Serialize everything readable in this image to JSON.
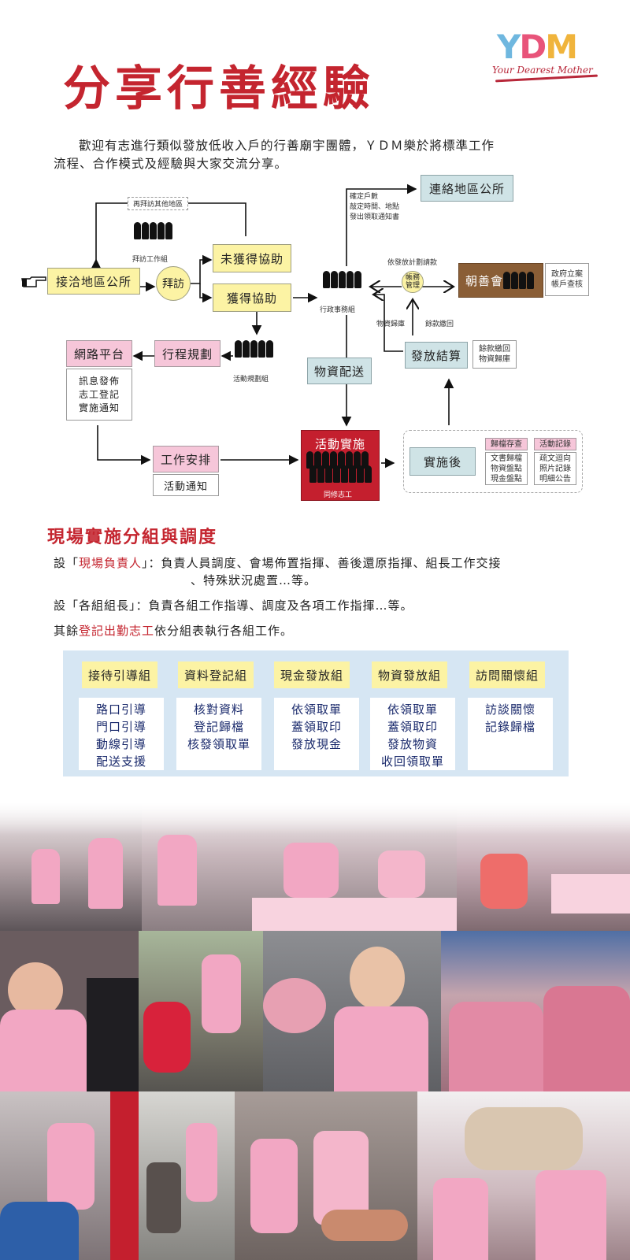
{
  "brand": {
    "letters": [
      "Y",
      "D",
      "M"
    ],
    "tagline": "Your Dearest Mother"
  },
  "title": "分享行善經驗",
  "intro": {
    "line1": "歡迎有志進行類似發放低收入戶的行善廟宇團體，ＹＤＭ樂於將標準工作",
    "line2": "流程、合作模式及經驗與大家交流分享。"
  },
  "flow": {
    "contact_office": "接洽地區公所",
    "visit": "拜訪",
    "visit_group": "拜訪工作組",
    "revisit": "再拜訪其他地區",
    "no_help": "未獲得協助",
    "got_help": "獲得協助",
    "admin_group": "行政事務組",
    "contact_office_right": "連絡地區公所",
    "confirm_note": [
      "確定戶數",
      "敲定時間、地點",
      "發出領取通知書"
    ],
    "plan_request": "依發放計劃請款",
    "finance": [
      "帳務",
      "管理"
    ],
    "temple": "朝善會",
    "temple_note": [
      "政府立案",
      "帳戶查核"
    ],
    "supply_return": "物資歸庫",
    "money_return": "餘款繳回",
    "settlement": "發放結算",
    "settlement_note": [
      "餘款繳回",
      "物資歸庫"
    ],
    "supply_delivery": "物資配送",
    "web": "網路平台",
    "schedule": "行程規劃",
    "plan_group": "活動規劃組",
    "web_note": [
      "訊息發佈",
      "志工登記",
      "實施通知"
    ],
    "work_arrangement": "工作安排",
    "event_notice": "活動通知",
    "event": "活動實施",
    "volunteers": "同修志工",
    "after": "實施後",
    "archive_title": "歸檔存查",
    "archive_items": [
      "文書歸檔",
      "物資盤點",
      "現金盤點"
    ],
    "record_title": "活動記錄",
    "record_items": [
      "疏文迴向",
      "照片記錄",
      "明細公告"
    ]
  },
  "section2": {
    "heading": "現場實施分組與調度",
    "p1_pre": "設「",
    "p1_hl": "現場負責人",
    "p1_post": "」：負責人員調度、會場佈置指揮、善後還原指揮、組長工作交接",
    "p1_cont": "、特殊狀況處置…等。",
    "p2": "設「各組組長」：負責各組工作指導、調度及各項工作指揮…等。",
    "p3_pre": "其餘",
    "p3_hl": "登記出勤志工",
    "p3_post": "依分組表執行各組工作。"
  },
  "groups": [
    {
      "name": "接待引導組",
      "tasks": [
        "路口引導",
        "門口引導",
        "動線引導",
        "配送支援"
      ]
    },
    {
      "name": "資料登記組",
      "tasks": [
        "核對資料",
        "登記歸檔",
        "核發領取單"
      ]
    },
    {
      "name": "現金發放組",
      "tasks": [
        "依領取單",
        "蓋領取印",
        "發放現金"
      ]
    },
    {
      "name": "物資發放組",
      "tasks": [
        "依領取單",
        "蓋領取印",
        "發放物資",
        "收回領取單"
      ]
    },
    {
      "name": "訪問關懷組",
      "tasks": [
        "訪談關懷",
        "記錄歸檔"
      ]
    }
  ],
  "colors": {
    "accent_red": "#c4252f",
    "yellow_box": "#fcf3a4",
    "pink_box": "#f6c6d9",
    "teal_box": "#cfe3e6",
    "brown_box": "#8a5e36",
    "panel_blue": "#d6e6f3",
    "vest_pink": "#f2a7c3"
  }
}
